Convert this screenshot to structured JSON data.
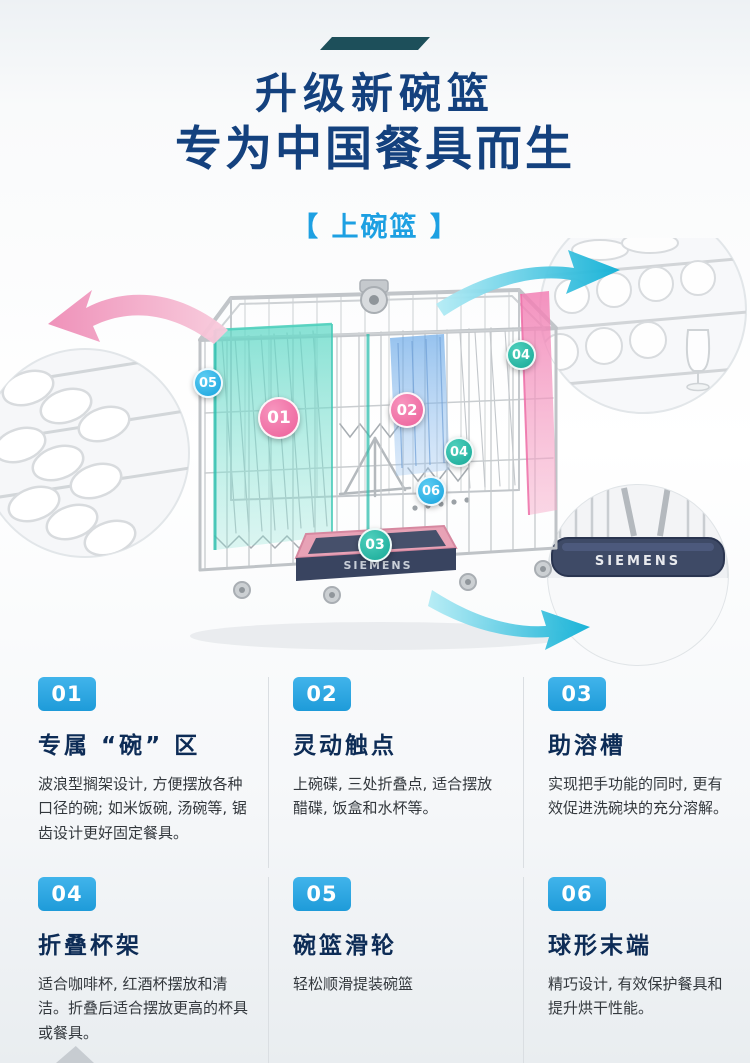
{
  "header": {
    "title": "升级新碗篮",
    "subtitle": "专为中国餐具而生",
    "section_label": "【 上碗篮 】"
  },
  "brand": "SIEMENS",
  "colors": {
    "heading_blue": "#14417e",
    "section_label_blue": "#1da0e2",
    "feature_badge_blue": "#2aa7e1",
    "marker_pink": "#ec5e99",
    "marker_teal": "#16a896",
    "marker_blue": "#15a2de",
    "accent_dark_teal": "#1d4f5a",
    "overlay_teal": "#5fd8c6",
    "overlay_blue": "#6aa9e8",
    "overlay_pink": "#f27fb4"
  },
  "illustration": {
    "markers": [
      {
        "label": "05"
      },
      {
        "label": "01"
      },
      {
        "label": "02"
      },
      {
        "label": "04"
      },
      {
        "label": "04"
      },
      {
        "label": "06"
      },
      {
        "label": "03"
      }
    ]
  },
  "features": [
    {
      "num": "01",
      "title": "专属 “碗” 区",
      "desc": "波浪型搁架设计, 方便摆放各种口径的碗; 如米饭碗, 汤碗等, 锯齿设计更好固定餐具。"
    },
    {
      "num": "02",
      "title": "灵动触点",
      "desc": "上碗碟, 三处折叠点, 适合摆放醋碟, 饭盒和水杯等。"
    },
    {
      "num": "03",
      "title": "助溶槽",
      "desc": "实现把手功能的同时, 更有效促进洗碗块的充分溶解。"
    },
    {
      "num": "04",
      "title": "折叠杯架",
      "desc": "适合咖啡杯, 红酒杯摆放和清洁。折叠后适合摆放更高的杯具或餐具。"
    },
    {
      "num": "05",
      "title": "碗篮滑轮",
      "desc": "轻松顺滑提装碗篮"
    },
    {
      "num": "06",
      "title": "球形末端",
      "desc": "精巧设计, 有效保护餐具和提升烘干性能。"
    }
  ]
}
